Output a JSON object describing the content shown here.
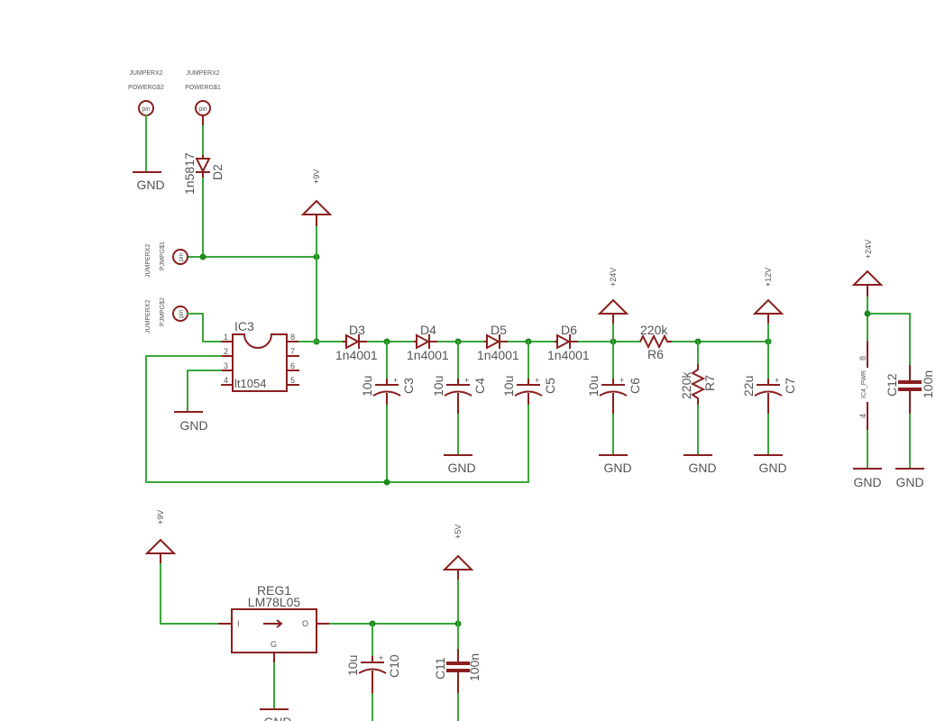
{
  "schematic": {
    "top_labels": {
      "jumper_left": "JUMPERX2",
      "power_left": "POWERG$2",
      "jumper_right": "JUMPERX2",
      "power_right": "POWERG$1"
    },
    "pin_text": "pin",
    "side_labels": {
      "jumper_a": "JUMPERX2",
      "pump_a": "PJMPG$1",
      "jumper_b": "JUMPERX2",
      "pump_b": "PJMPG$2"
    },
    "gnd": "GND",
    "rails": {
      "plus9v": "+9V",
      "plus24v": "+24V",
      "plus12v": "+12V",
      "plus5v": "+5V"
    },
    "d2": {
      "name": "D2",
      "value": "1n5817"
    },
    "ic3": {
      "name": "IC3",
      "value": "lt1054",
      "pins": [
        "1",
        "2",
        "3",
        "4",
        "8",
        "7",
        "6",
        "5"
      ]
    },
    "diodes": [
      {
        "name": "D3",
        "value": "1n4001"
      },
      {
        "name": "D4",
        "value": "1n4001"
      },
      {
        "name": "D5",
        "value": "1n4001"
      },
      {
        "name": "D6",
        "value": "1n4001"
      }
    ],
    "caps": {
      "c3": {
        "name": "C3",
        "value": "10u"
      },
      "c4": {
        "name": "C4",
        "value": "10u"
      },
      "c5": {
        "name": "C5",
        "value": "10u"
      },
      "c6": {
        "name": "C6",
        "value": "10u"
      },
      "c7": {
        "name": "C7",
        "value": "22u"
      },
      "c10": {
        "name": "C10",
        "value": "10u"
      },
      "c11": {
        "name": "C11",
        "value": "100n"
      },
      "c12": {
        "name": "C12",
        "value": "100n"
      }
    },
    "r6": {
      "name": "R6",
      "value": "220k"
    },
    "r7": {
      "name": "R7",
      "value": "220k"
    },
    "reg1": {
      "name": "REG1",
      "value": "LM78L05",
      "pin_in": "I",
      "pin_out": "O",
      "pin_gnd": "G"
    },
    "ic4_power": {
      "label": "IC4_PWR",
      "pin_top": "8",
      "pin_bottom": "4"
    }
  }
}
